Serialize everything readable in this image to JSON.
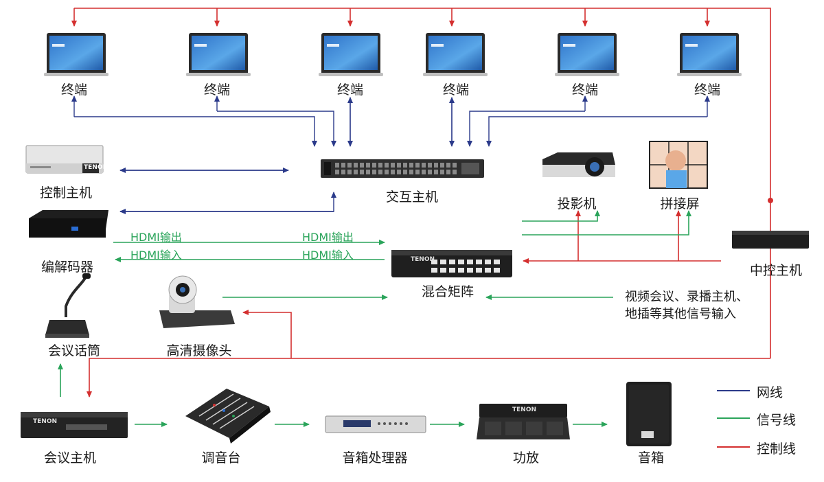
{
  "colors": {
    "network": "#2b3a8a",
    "signal": "#2aa45a",
    "control": "#d42f2f"
  },
  "terminals": [
    "终端",
    "终端",
    "终端",
    "终端",
    "终端",
    "终端"
  ],
  "devices": {
    "control_host": "控制主机",
    "interaction_host": "交互主机",
    "codec": "编解码器",
    "projector": "投影机",
    "splice_screen": "拼接屏",
    "central_control": "中控主机",
    "matrix": "混合矩阵",
    "microphone": "会议话筒",
    "hd_camera": "高清摄像头",
    "conference_host": "会议主机",
    "mixer": "调音台",
    "speaker_processor": "音箱处理器",
    "amplifier": "功放",
    "speaker": "音箱"
  },
  "signals": {
    "hdmi_out_left": "HDMI输出",
    "hdmi_out_right": "HDMI输出",
    "hdmi_in_left": "HDMI输入",
    "hdmi_in_right": "HDMI输入"
  },
  "note_lines": [
    "视频会议、录播主机、",
    "地插等其他信号输入"
  ],
  "legend": [
    "网线",
    "信号线",
    "控制线"
  ],
  "brand_text": "TENON"
}
